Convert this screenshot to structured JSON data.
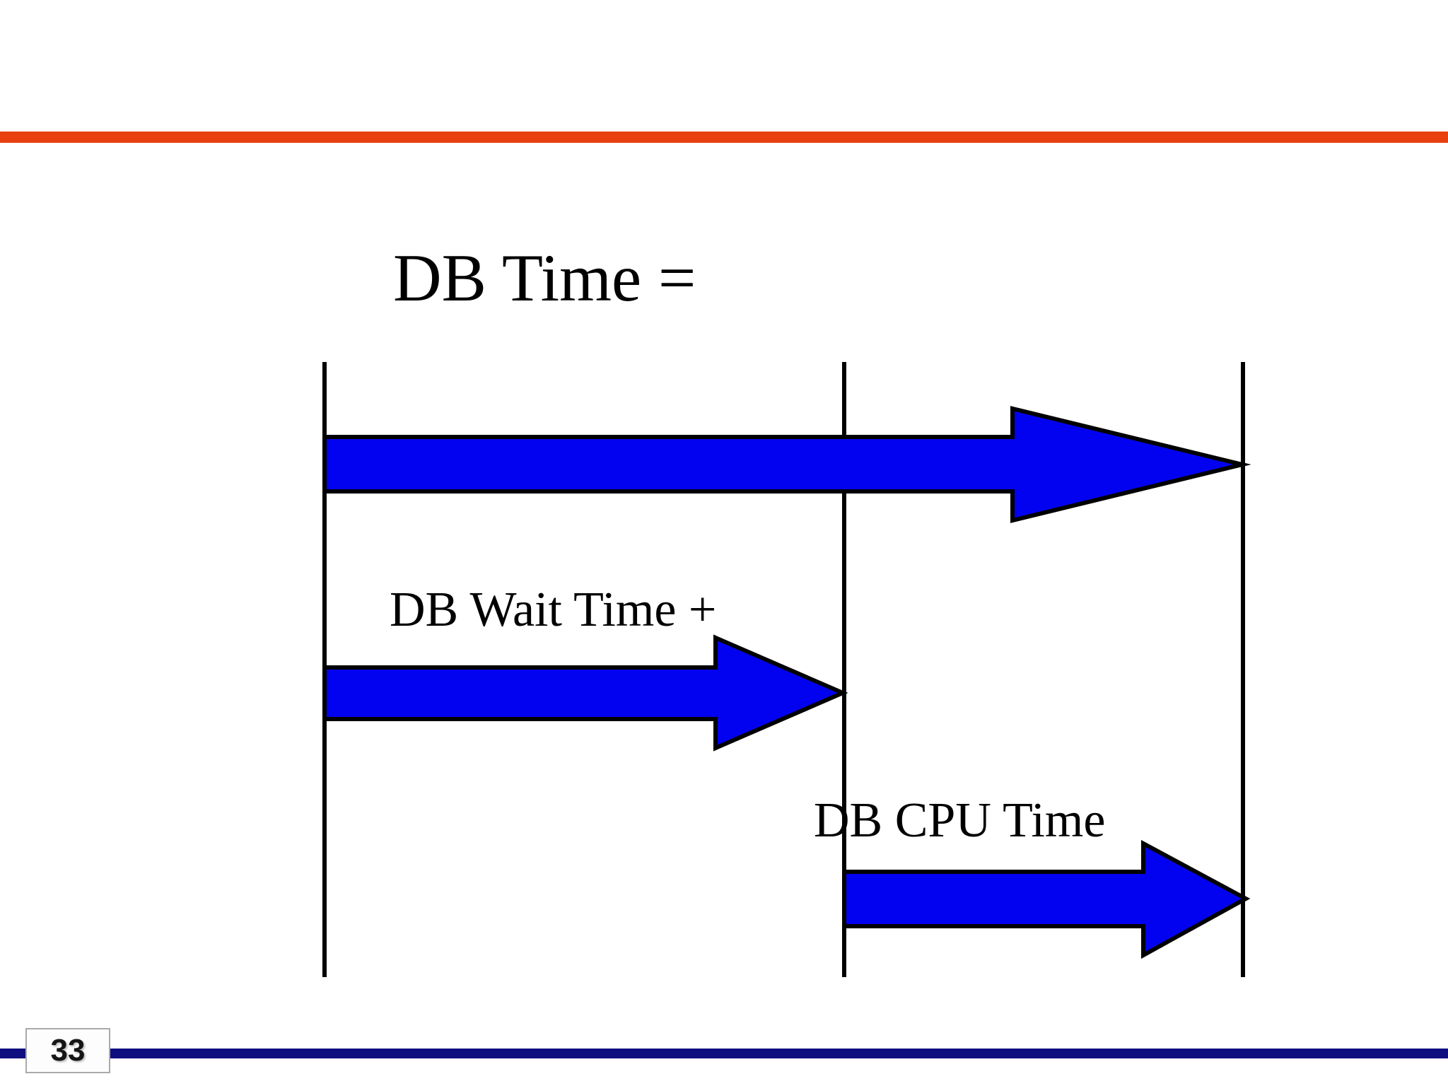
{
  "slide": {
    "page_number": "33",
    "colors": {
      "accent_orange": "#E8400F",
      "arrow_blue": "#0202F0",
      "rule_navy": "#0E0E80",
      "line_black": "#000000"
    }
  },
  "diagram": {
    "type": "timeline-arrows",
    "labels": {
      "db_time": "DB Time =",
      "db_wait_time": "DB Wait Time +",
      "db_cpu_time": "DB CPU Time"
    }
  }
}
